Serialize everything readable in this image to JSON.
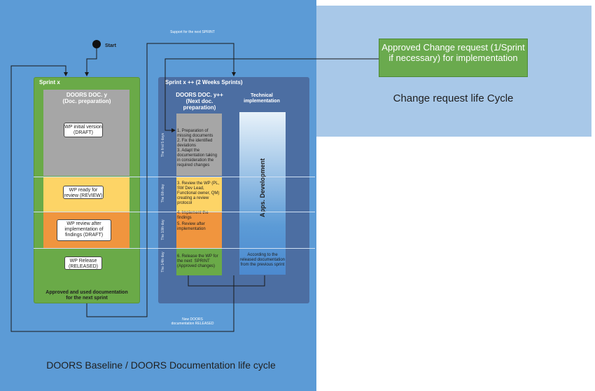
{
  "title": "DOORS Baseline / DOORS Documentation life cycle",
  "change_request": {
    "box": "Approved Change request (1/Sprint if  necessary) for implementation",
    "title": "Change request life Cycle"
  },
  "flow": {
    "start": "Start",
    "support_label": "Support for the next SPRINT",
    "released_label": "New DOORS documentation RELEASED"
  },
  "sprint_x": {
    "label": "Sprint x",
    "doc_title": "DOORS DOC. y (Doc. preparation)",
    "states": [
      "WP initial version (DRAFT)",
      "WP ready for review (REVIEW)",
      "WP review after implementation of findings (DRAFT)",
      "WP Release (RELEASED)"
    ],
    "footer": "Approved  and used documentation for the next sprint"
  },
  "sprint_next": {
    "label": "Sprint x ++ (2 Weeks Sprints)",
    "doc_title": "DOORS DOC. y++ (Next doc. preparation)",
    "tech_title": "Technical implementation",
    "days": [
      "The first 5 days",
      "The 6th day",
      "The 10th day",
      "The 14th day"
    ],
    "steps": [
      "1. Preparation of missing documents\n2. Fix the identified deviations\n3. Adapt the documentation taking in consideration the required changes",
      "3. Review the WP (PL, SW Dev Lead, Functional owner, QM) creating a review protocol\n\n4. Implement the findings",
      "5. Review after implementation",
      "6. Release the WP for the next  SPRINT (Approved changes)"
    ],
    "apps_label": "Apps. Development",
    "apps_note": "According to the released documentation from the previous sprint"
  },
  "colors": {
    "main_bg": "#5c9bd6",
    "cr_bg": "#a8c8e8",
    "green": "#6aaa48",
    "navy": "#4c6ea2",
    "gray": "#a6a6a6",
    "yellow": "#fdd466",
    "orange": "#f0953e"
  }
}
